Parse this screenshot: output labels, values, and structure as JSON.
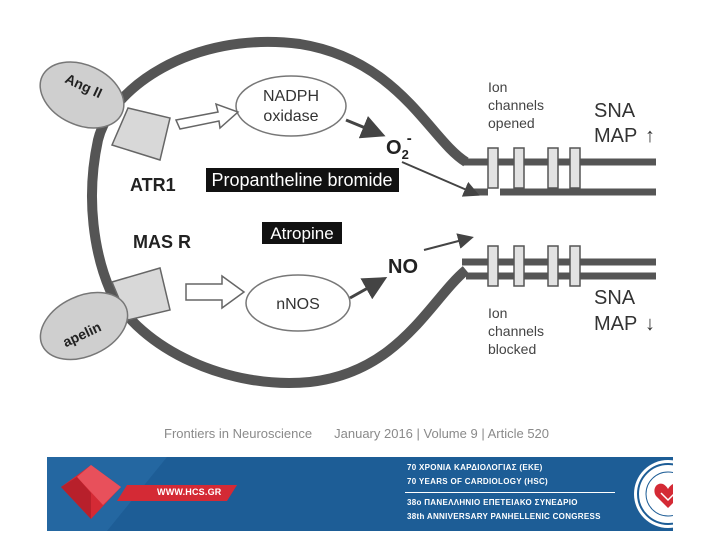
{
  "diagram": {
    "ang2_label": "Ang II",
    "apelin_label": "apelin",
    "atr1_label": "ATR1",
    "masr_label": "MAS R",
    "nadph_line1": "NADPH",
    "nadph_line2": "oxidase",
    "nnos_label": "nNOS",
    "o2_label": "O",
    "o2_sub": "2",
    "o2_sup": "-",
    "no_label": "NO",
    "propantheline_label": "Propantheline bromide",
    "atropine_label": "Atropine",
    "ion_open": [
      "Ion",
      "channels",
      "opened"
    ],
    "ion_blocked": [
      "Ion",
      "channels",
      "blocked"
    ],
    "sna_top": "SNA",
    "map_top": "MAP",
    "sna_bottom": "SNA",
    "map_bottom": "MAP",
    "up_arrow": "↑",
    "down_arrow": "↓"
  },
  "footer": {
    "journal": "Frontiers in Neuroscience",
    "issue": "January 2016 | Volume 9 | Article 520"
  },
  "banner": {
    "url": "WWW.HCS.GR",
    "line1": "70 ΧΡΟΝΙΑ ΚΑΡΔΙΟΛΟΓΙΑΣ (ΕΚΕ)",
    "line2": "70 YEARS OF CARDIOLOGY (HSC)",
    "line3": "38ο ΠΑΝΕΛΛΗΝΙΟ ΕΠΕΤΕΙΑΚΟ ΣΥΝΕΔΡΙΟ",
    "line4": "38th ANNIVERSARY PANHELLENIC CONGRESS",
    "colors": {
      "blue": "#1d5d96",
      "red": "#d42a35"
    },
    "seal_icon": "hellenic-cardiological-society-seal"
  }
}
